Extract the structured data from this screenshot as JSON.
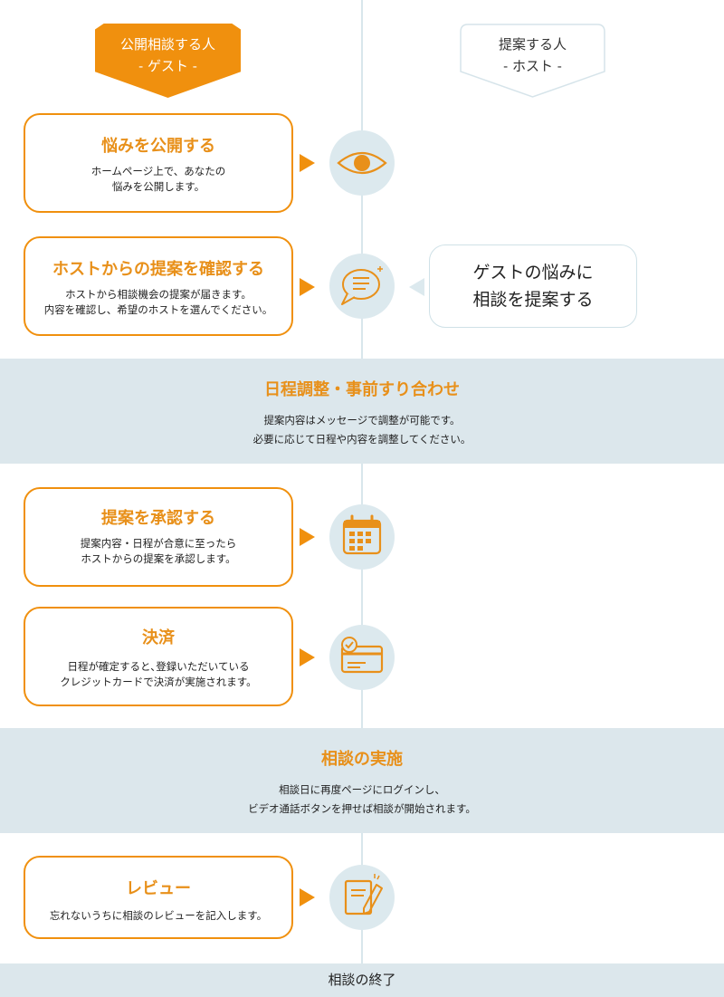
{
  "header": {
    "guest": {
      "line1": "公開相談する人",
      "line2": "- ゲスト -"
    },
    "host": {
      "line1": "提案する人",
      "line2": "- ホスト -"
    }
  },
  "steps": {
    "publish": {
      "title": "悩みを公開する",
      "desc1": "ホームページ上で、あなたの",
      "desc2": "悩みを公開します。",
      "icon": "eye-icon"
    },
    "confirm": {
      "title": "ホストからの提案を確認する",
      "desc1": "ホストから相談機会の提案が届きます。",
      "desc2": "内容を確認し、希望のホストを選んでください。",
      "icon": "chat-bubble-icon"
    },
    "approve": {
      "title": "提案を承認する",
      "desc1": "提案内容・日程が合意に至ったら",
      "desc2": "ホストからの提案を承認します。",
      "icon": "calendar-icon"
    },
    "payment": {
      "title": "決済",
      "desc1": "日程が確定すると､登録いただいている",
      "desc2": "クレジットカードで決済が実施されます。",
      "icon": "credit-card-icon"
    },
    "review": {
      "title": "レビュー",
      "desc1": "忘れないうちに相談のレビューを記入します。",
      "icon": "notebook-pencil-icon"
    }
  },
  "host_step": {
    "line1": "ゲストの悩みに",
    "line2": "相談を提案する"
  },
  "bands": {
    "schedule": {
      "title": "日程調整・事前すり合わせ",
      "desc1": "提案内容はメッセージで調整が可能です。",
      "desc2": "必要に応じて日程や内容を調整してください。"
    },
    "session": {
      "title": "相談の実施",
      "desc1": "相談日に再度ページにログインし、",
      "desc2": "ビデオ通話ボタンを押せば相談が開始されます。"
    }
  },
  "end": {
    "label": "相談の終了"
  },
  "colors": {
    "accent": "#f0900e",
    "band": "#dce7ec",
    "circle": "#dce9ee"
  }
}
